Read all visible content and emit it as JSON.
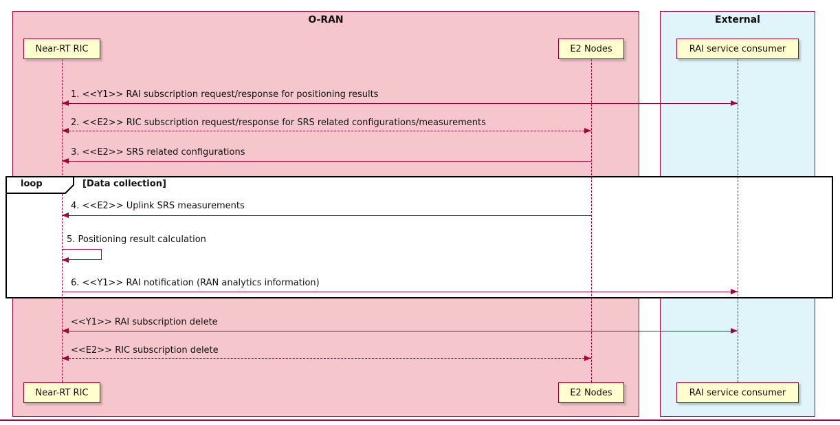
{
  "diagram": {
    "groups": [
      {
        "name": "O-RAN"
      },
      {
        "name": "External"
      }
    ],
    "participants": [
      {
        "name": "Near-RT RIC"
      },
      {
        "name": "E2 Nodes"
      },
      {
        "name": "RAI service consumer"
      }
    ],
    "loop": {
      "keyword": "loop",
      "condition": "[Data collection]"
    },
    "messages": [
      {
        "label": "1. <<Y1>> RAI subscription request/response for positioning results",
        "from": "Near-RT RIC",
        "to": "RAI service consumer",
        "style": "solid",
        "direction": "both"
      },
      {
        "label": "2. <<E2>> RIC subscription request/response for SRS related configurations/measurements",
        "from": "Near-RT RIC",
        "to": "E2 Nodes",
        "style": "dashed",
        "direction": "both"
      },
      {
        "label": "3. <<E2>> SRS related configurations",
        "from": "E2 Nodes",
        "to": "Near-RT RIC",
        "style": "solid",
        "direction": "left"
      },
      {
        "label": "4. <<E2>> Uplink SRS measurements",
        "from": "E2 Nodes",
        "to": "Near-RT RIC",
        "style": "solid",
        "direction": "left"
      },
      {
        "label": "5. Positioning result calculation",
        "from": "Near-RT RIC",
        "to": "Near-RT RIC",
        "style": "solid",
        "direction": "self"
      },
      {
        "label": "6. <<Y1>> RAI notification (RAN analytics information)",
        "from": "Near-RT RIC",
        "to": "RAI service consumer",
        "style": "solid",
        "direction": "right"
      },
      {
        "label": "<<Y1>> RAI subscription delete",
        "from": "Near-RT RIC",
        "to": "RAI service consumer",
        "style": "solid",
        "direction": "both"
      },
      {
        "label": "<<E2>> RIC subscription delete",
        "from": "Near-RT RIC",
        "to": "E2 Nodes",
        "style": "dashed",
        "direction": "both"
      }
    ],
    "colors": {
      "arrow": "#A80036",
      "participant_fill": "#FEFECE",
      "oran_fill": "#F6C6CD",
      "external_fill": "#DFF5FA",
      "loop_border": "#000000"
    }
  }
}
